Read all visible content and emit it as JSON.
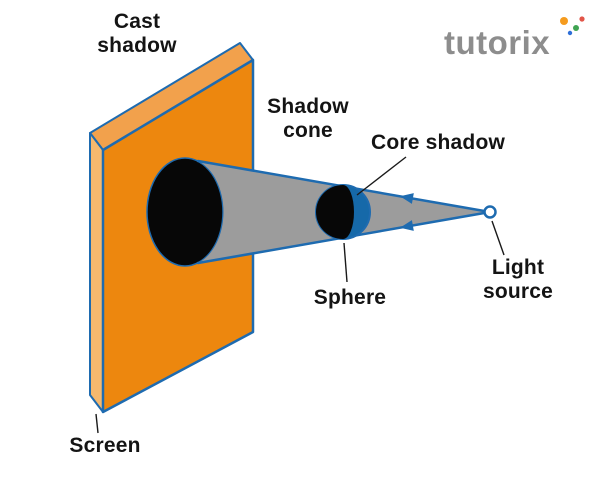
{
  "diagram": {
    "labels": {
      "cast_shadow": "Cast\nshadow",
      "shadow_cone": "Shadow\ncone",
      "core_shadow": "Core shadow",
      "sphere": "Sphere",
      "light_source": "Light\nsource",
      "screen": "Screen"
    },
    "colors": {
      "screen_front": "#ED870E",
      "screen_side": "#F6B96E",
      "screen_top": "#F2A14C",
      "outline_blue": "#1E6BB0",
      "cone_gray": "#9C9C9C",
      "shadow_black": "#070707",
      "sphere_blue": "#1669A9",
      "background": "#FFFFFF",
      "logo_gray": "#8D8D8D"
    }
  },
  "logo": {
    "text": "tutorix"
  }
}
